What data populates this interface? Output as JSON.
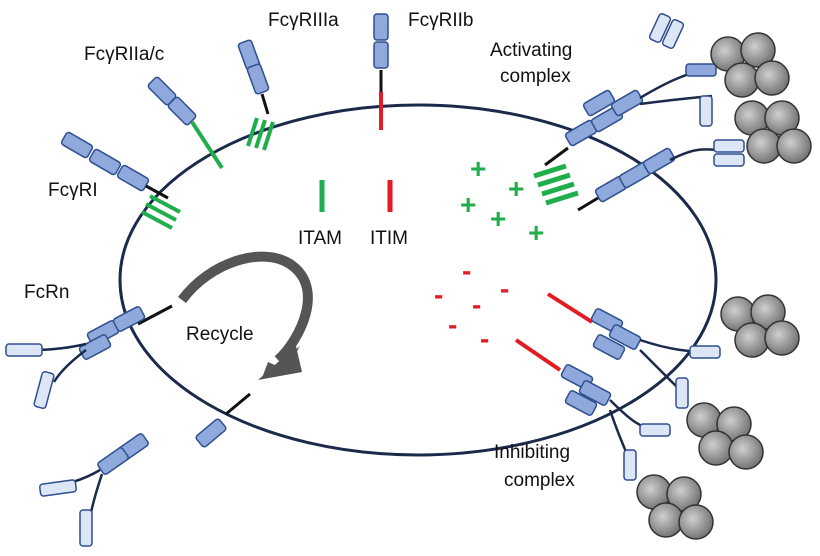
{
  "receptors": {
    "fcgri": "FcγRI",
    "fcgriia_c": "FcγRIIa/c",
    "fcgriiia": "FcγRIIIa",
    "fcgriib": "FcγRIIb",
    "fcrn": "FcRn"
  },
  "motifs": {
    "itam": "ITAM",
    "itim": "ITIM"
  },
  "complexes": {
    "activating": [
      "Activating",
      "complex"
    ],
    "inhibiting": [
      "Inhibiting",
      "complex"
    ]
  },
  "recycle": "Recycle",
  "signs": {
    "plus": "+",
    "minus": "-"
  },
  "colors": {
    "membrane": "#1b2a4a",
    "domain_fill": "#8fa9dc",
    "domain_stroke": "#2f4f8f",
    "light_domain": "#dce6f7",
    "itam": "#1fae4b",
    "itim": "#e31b23",
    "antigen": "#8a8a8a",
    "arrow": "#555555"
  }
}
